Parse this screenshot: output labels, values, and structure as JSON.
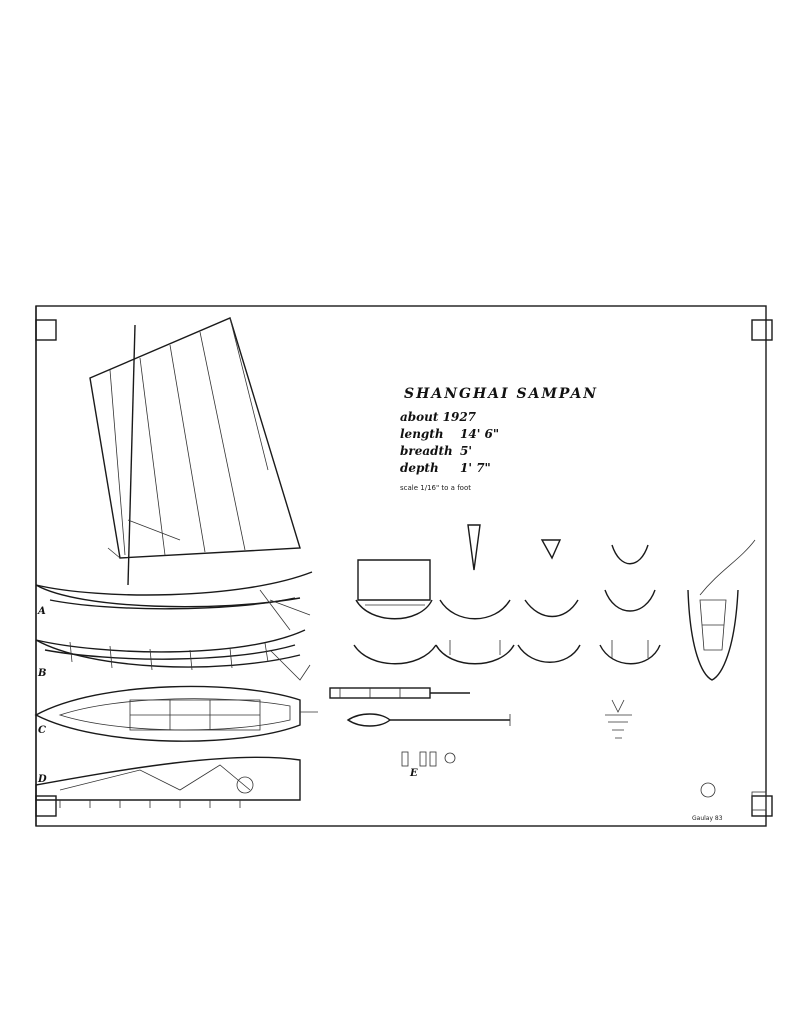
{
  "title_block": {
    "title": "SHANGHAI SAMPAN",
    "date": "about 1927",
    "length_label": "length",
    "length_value": "14' 6\"",
    "breadth_label": "breadth",
    "breadth_value": "5'",
    "depth_label": "depth",
    "depth_value": "1' 7\"",
    "scale": "scale 1/16\" to a foot"
  },
  "view_labels": [
    "A",
    "B",
    "C",
    "D",
    "E"
  ],
  "signature": "Gaulay 83"
}
